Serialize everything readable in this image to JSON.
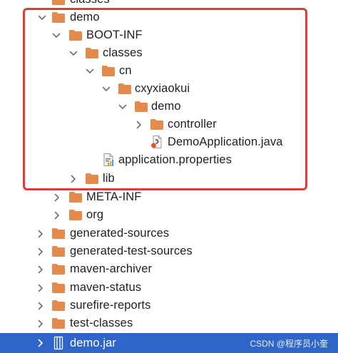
{
  "tree": {
    "partial_top_label": "classes",
    "items": [
      {
        "label": "demo"
      },
      {
        "label": "BOOT-INF"
      },
      {
        "label": "classes"
      },
      {
        "label": "cn"
      },
      {
        "label": "cxyxiaokui"
      },
      {
        "label": "demo"
      },
      {
        "label": "controller"
      },
      {
        "label": "DemoApplication.java"
      },
      {
        "label": "application.properties"
      },
      {
        "label": "lib"
      },
      {
        "label": "META-INF"
      },
      {
        "label": "org"
      },
      {
        "label": "generated-sources"
      },
      {
        "label": "generated-test-sources"
      },
      {
        "label": "maven-archiver"
      },
      {
        "label": "maven-status"
      },
      {
        "label": "surefire-reports"
      },
      {
        "label": "test-classes"
      },
      {
        "label": "demo.jar"
      }
    ]
  },
  "watermark": "CSDN @程序员小奎",
  "colors": {
    "folder": "#e58a4d",
    "folder_dark": "#d67b3f",
    "selected_bg": "#2f65ca",
    "highlight_border": "#e03a3a",
    "chevron": "#6e6e6e"
  },
  "icons": {
    "folder": "folder-icon",
    "java_file": "java-class-icon",
    "properties_file": "properties-file-icon",
    "jar_file": "jar-file-icon",
    "expanded": "chevron-down-icon",
    "collapsed": "chevron-right-icon"
  }
}
